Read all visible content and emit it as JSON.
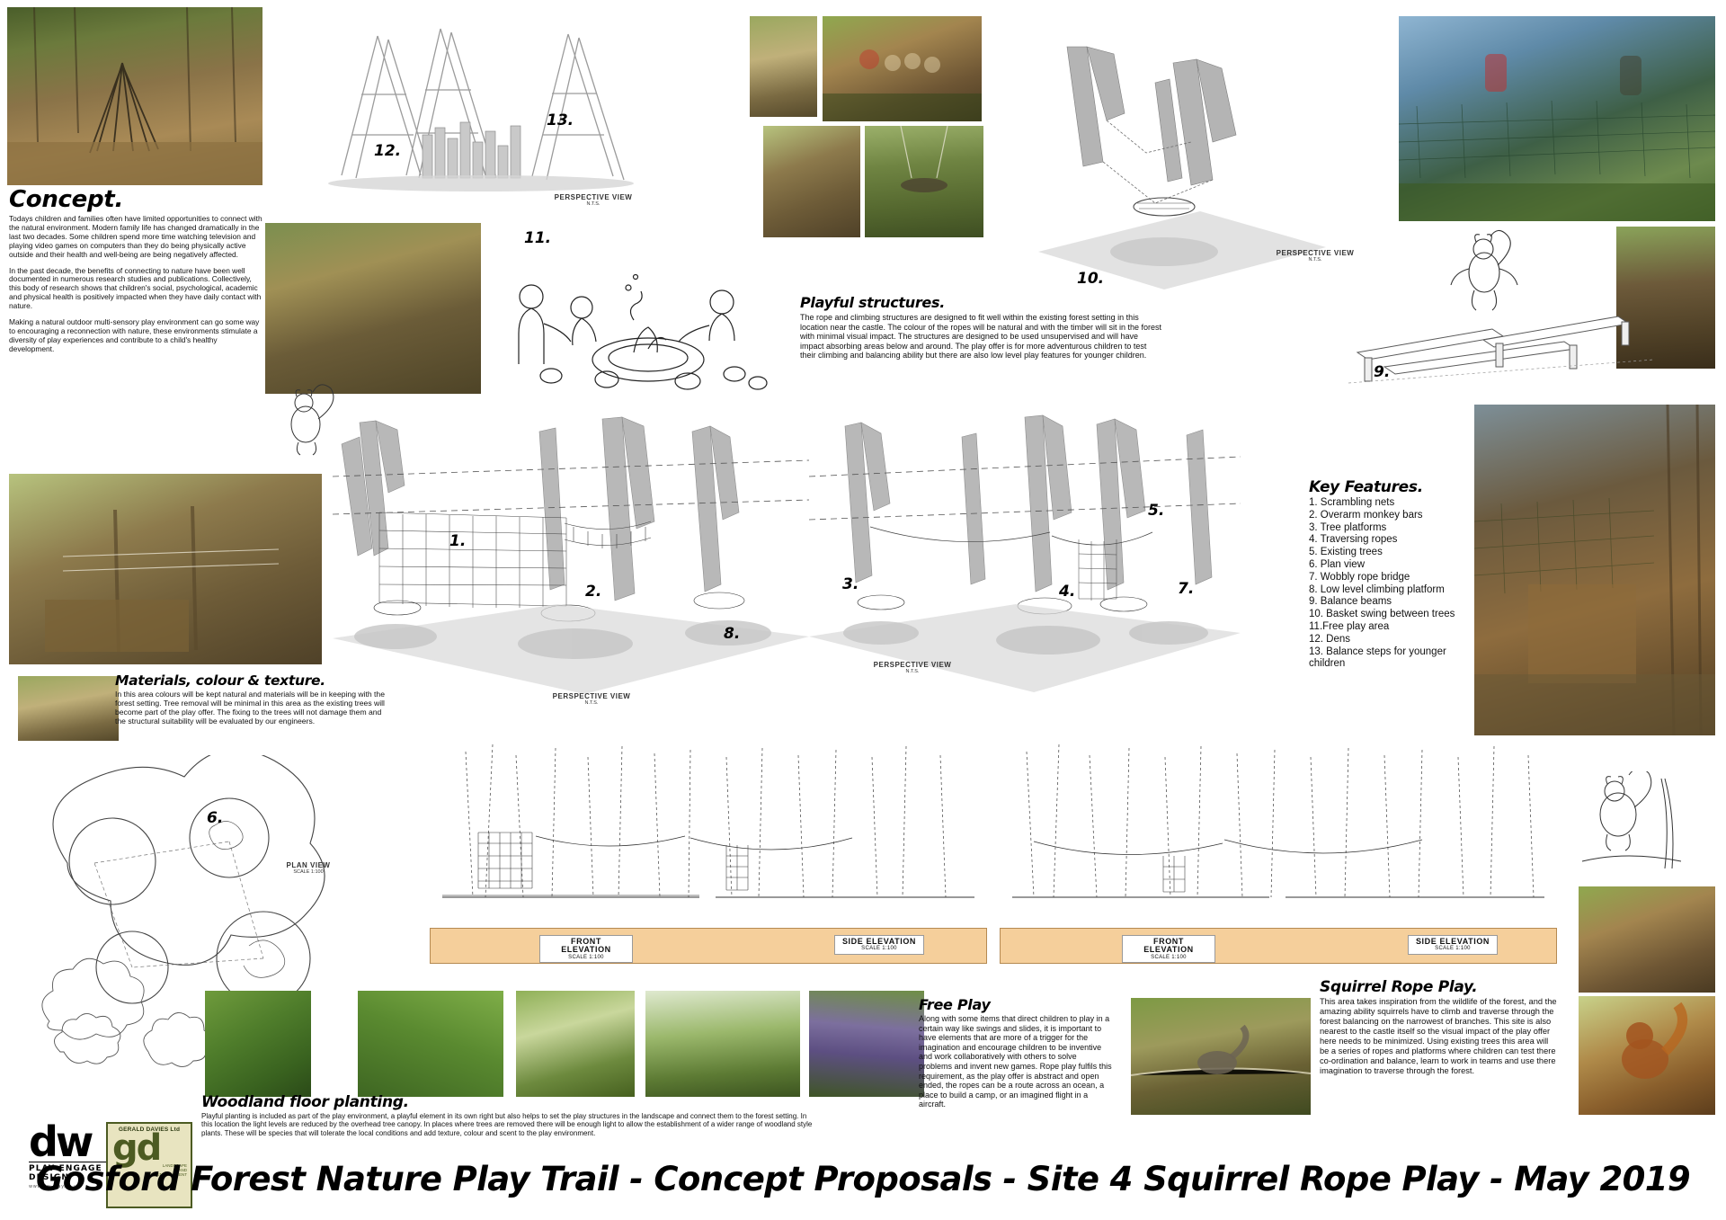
{
  "title_bar": {
    "main_title": "Gosford Forest Nature Play Trail - Concept Proposals - Site 4 Squirrel Rope Play - May 2019"
  },
  "logos": {
    "dw": {
      "mark": "dw",
      "tagline": "PLAY ENGAGE DESIGN",
      "sub": "www.dw-play.co.uk"
    },
    "gd": {
      "top": "GERALD DAVIES Ltd",
      "mark": "gd",
      "sub": "LANDSCAPE\nAND\nENVIRONMENT"
    }
  },
  "sections": {
    "concept": {
      "heading": "Concept.",
      "paragraphs": [
        "Todays children and families often have limited opportunities to connect with the natural environment. Modern family life has changed dramatically in the last two decades. Some children spend more time watching television and playing video games on computers than they do being physically active outside and their health and well-being are being negatively affected.",
        "In the past decade, the benefits of connecting to nature have been well documented in numerous research studies and publications. Collectively, this body of research shows that children's social, psychological, academic and physical health is positively impacted when they have daily contact with nature.",
        "Making a natural outdoor multi-sensory play environment can go some way to encouraging a reconnection with nature, these environments stimulate a diversity of play experiences and contribute to a child's healthy development."
      ]
    },
    "materials": {
      "heading": "Materials, colour & texture.",
      "paragraphs": [
        "In this area colours will be kept natural and materials will be in keeping with the forest setting. Tree removal will be minimal in this area as the existing trees will become part of the play offer. The fixing to the trees will not damage them and the structural suitability will be evaluated by our engineers."
      ]
    },
    "playful_structures": {
      "heading": "Playful structures.",
      "paragraphs": [
        "The rope and climbing structures are designed to fit well within the existing forest setting in this location near the castle. The colour of the ropes will be natural and with the timber will sit in the forest with minimal visual impact. The structures are designed to be used unsupervised and will have impact absorbing areas below and around. The play offer is for more adventurous children to test their climbing and balancing ability but there are also low level play features for younger children."
      ]
    },
    "key_features": {
      "heading": "Key Features.",
      "items": [
        "1. Scrambling nets",
        "2. Overarm monkey bars",
        "3. Tree platforms",
        "4. Traversing ropes",
        "5. Existing trees",
        "6. Plan view",
        "7. Wobbly rope bridge",
        "8. Low level climbing platform",
        "9. Balance beams",
        "10. Basket swing between trees",
        "11.Free play area",
        "12. Dens",
        "13. Balance steps for younger children"
      ]
    },
    "woodland": {
      "heading": "Woodland floor planting.",
      "paragraphs": [
        "Playful planting is included as part of the play environment, a playful element in its own right but also helps to set the play structures in the landscape and connect them to the forest setting. In this location the light levels are reduced by the overhead tree canopy. In places where trees are removed there will be enough light to allow the establishment of a wider range of woodland style plants. These will be species that will tolerate the local conditions and add texture, colour and scent to the play environment."
      ]
    },
    "free_play": {
      "heading": "Free Play",
      "paragraphs": [
        "Along with some items that direct children to play in a certain way like swings and slides, it is important to have elements that are more of a trigger for the imagination and encourage children to be inventive and work collaboratively with others to solve problems and invent new games. Rope play fulfils this requirement, as the play offer is abstract and open ended, the ropes can be a route across an ocean, a place to build a camp, or an imagined flight in a aircraft."
      ]
    },
    "squirrel": {
      "heading": "Squirrel Rope Play.",
      "paragraphs": [
        "This area takes inspiration from the wildlife of the forest, and the amazing ability squirrels have to climb and traverse through the forest balancing on the narrowest of branches. This site is also nearest to the castle itself so the visual impact of the play offer here needs to be minimized. Using existing trees this area will be a series of ropes and platforms where children can test there co-ordination and balance, learn to work in teams and use there imagination to traverse through the forest."
      ]
    }
  },
  "drawing_labels": {
    "perspective_top": {
      "title": "PERSPECTIVE VIEW",
      "scale": "N.T.S."
    },
    "perspective_mid_left": {
      "title": "PERSPECTIVE VIEW",
      "scale": "N.T.S."
    },
    "perspective_mid_right": {
      "title": "PERSPECTIVE VIEW",
      "scale": "N.T.S."
    },
    "perspective_right": {
      "title": "PERSPECTIVE VIEW",
      "scale": "N.T.S."
    },
    "plan_view": {
      "title": "PLAN VIEW",
      "scale": "SCALE 1:100"
    },
    "front_elevation_left": {
      "title": "FRONT ELEVATION",
      "scale": "SCALE 1:100"
    },
    "side_elevation_left": {
      "title": "SIDE ELEVATION",
      "scale": "SCALE 1:100"
    },
    "front_elevation_right": {
      "title": "FRONT ELEVATION",
      "scale": "SCALE 1:100"
    },
    "side_elevation_right": {
      "title": "SIDE ELEVATION",
      "scale": "SCALE 1:100"
    }
  },
  "annotations": {
    "n1": "1.",
    "n2": "2.",
    "n3": "3.",
    "n4": "4.",
    "n5": "5.",
    "n6": "6.",
    "n7": "7.",
    "n8": "8.",
    "n9": "9.",
    "n10": "10.",
    "n11": "11.",
    "n12": "12.",
    "n13": "13."
  },
  "colors": {
    "elevation_band": "#f5cf9b",
    "elevation_band_border": "#b58a52",
    "drawing_grey": "#b4b4b4",
    "text": "#111111",
    "logo_green": "#4c5b22"
  }
}
